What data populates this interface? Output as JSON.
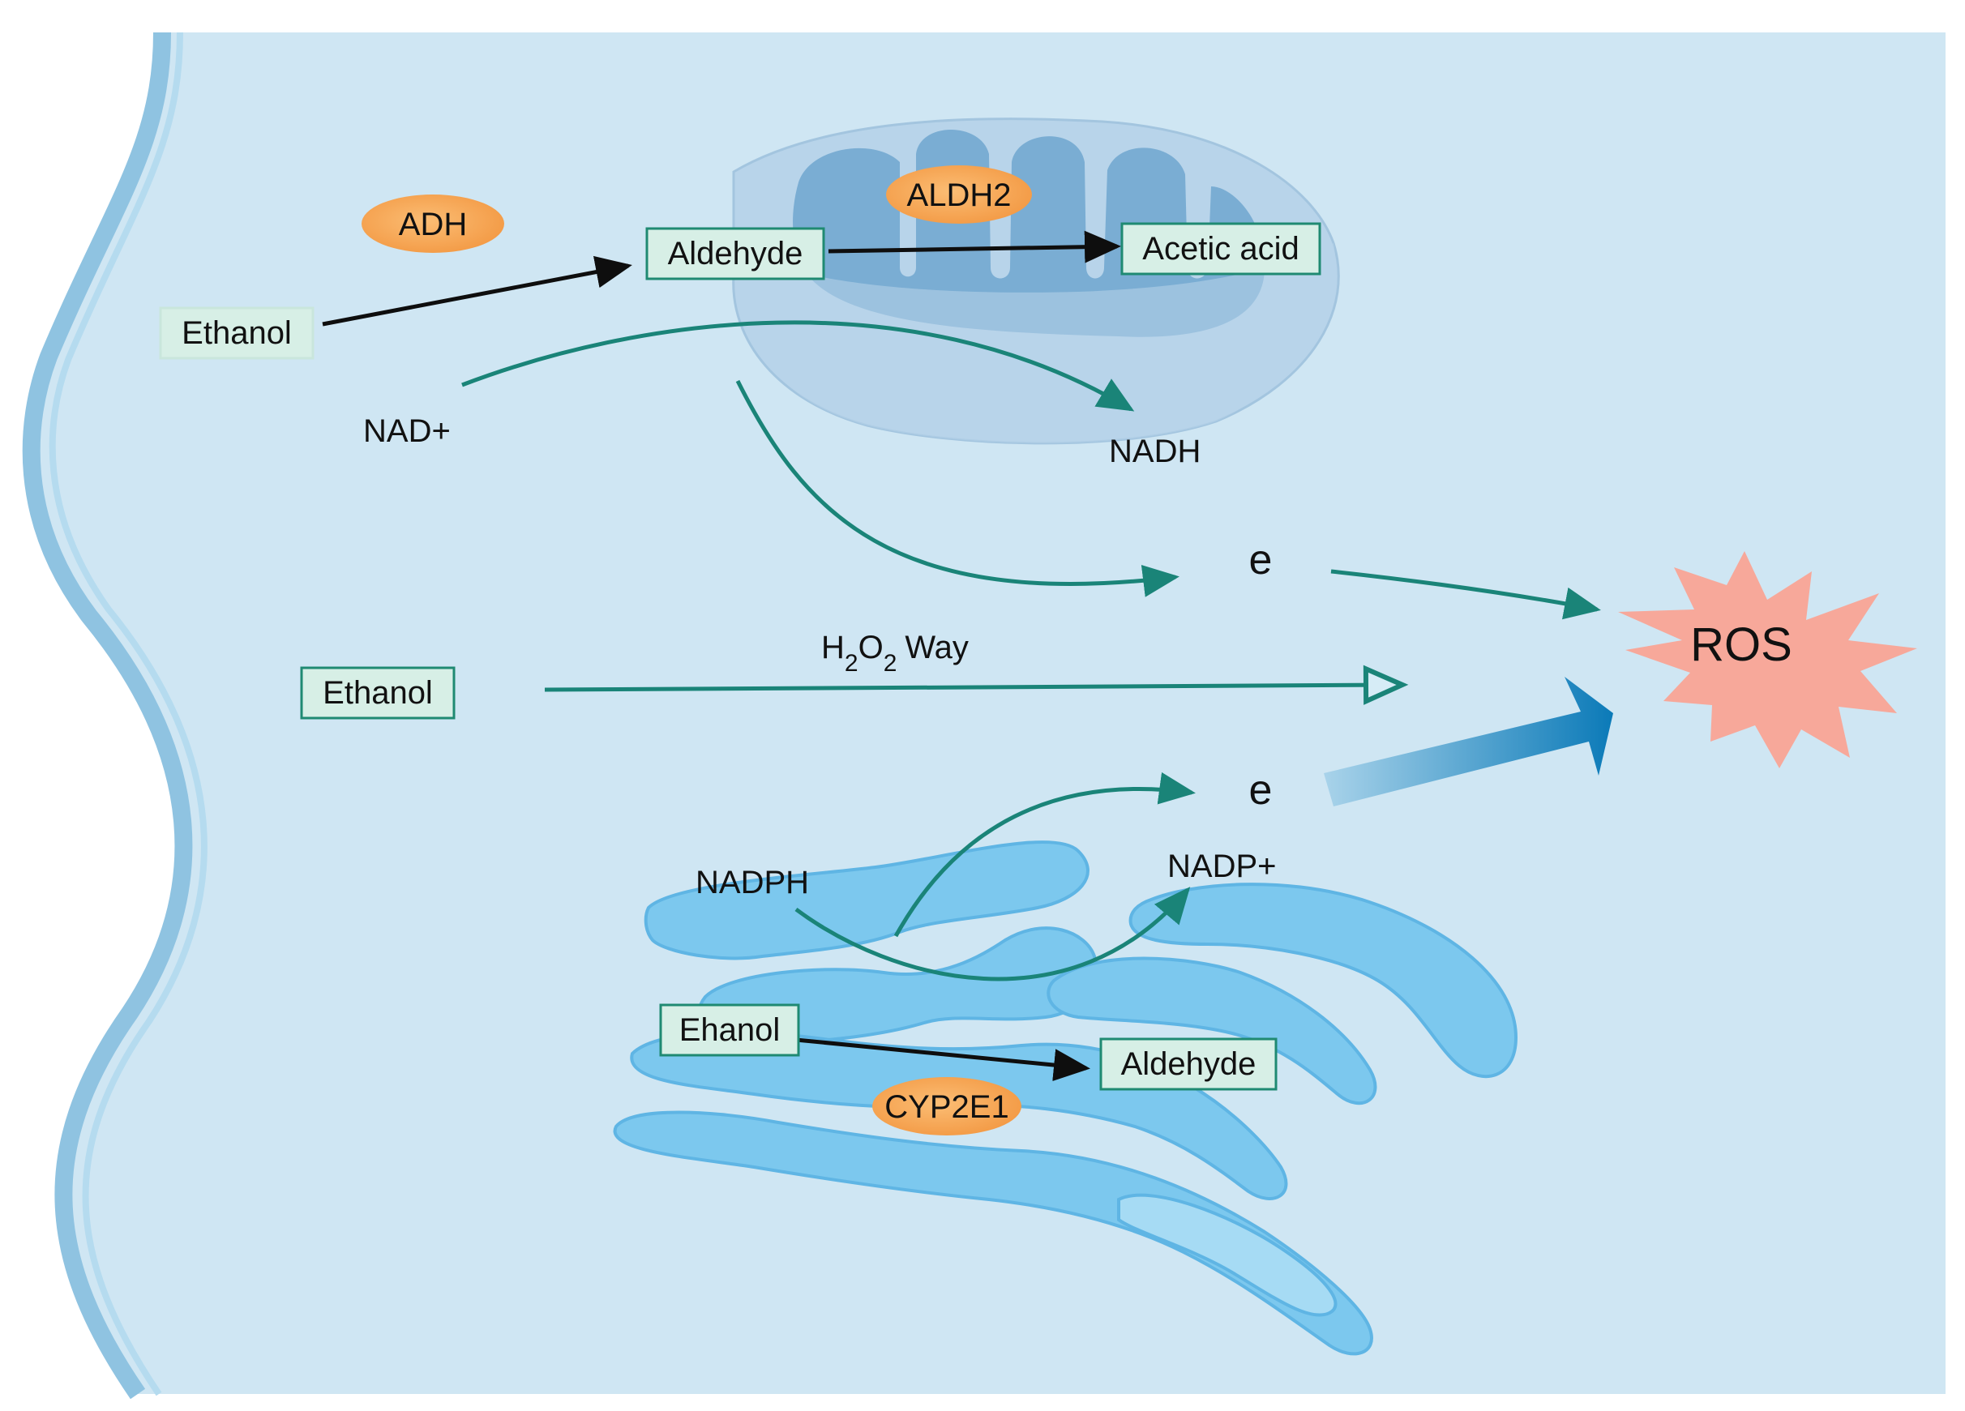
{
  "colors": {
    "cell_fill": "#cfe6f3",
    "membrane": "#8fc3e1",
    "box_fill": "#d7efe6",
    "box_stroke": "#1f8a72",
    "enzyme_fill": "#f7a95a",
    "teal_arrow": "#1a8478",
    "black_arrow": "#0e0e0e",
    "ros_fill": "#f7a89a",
    "er_fill": "#7cc8ee",
    "mito_outer": "#b8d4ea",
    "mito_inner": "#6fa6cf"
  },
  "enzymes": {
    "adh": "ADH",
    "aldh2": "ALDH2",
    "cyp2e1": "CYP2E1"
  },
  "boxes": {
    "ethanol_top": "Ethanol",
    "aldehyde_top": "Aldehyde",
    "acetic_acid": "Acetic acid",
    "ethanol_mid": "Ethanol",
    "ehanol_er": "Ehanol",
    "aldehyde_er": "Aldehyde"
  },
  "labels": {
    "nad_plus": "NAD+",
    "nadh": "NADH",
    "electron_top": "e",
    "electron_bottom": "e",
    "h2o2_h": "H",
    "h2o2_sub1": "2",
    "h2o2_o": "O",
    "h2o2_sub2": "2",
    "h2o2_way": "Way",
    "nadph": "NADPH",
    "nadp_plus": "NADP+",
    "ros": "ROS"
  }
}
